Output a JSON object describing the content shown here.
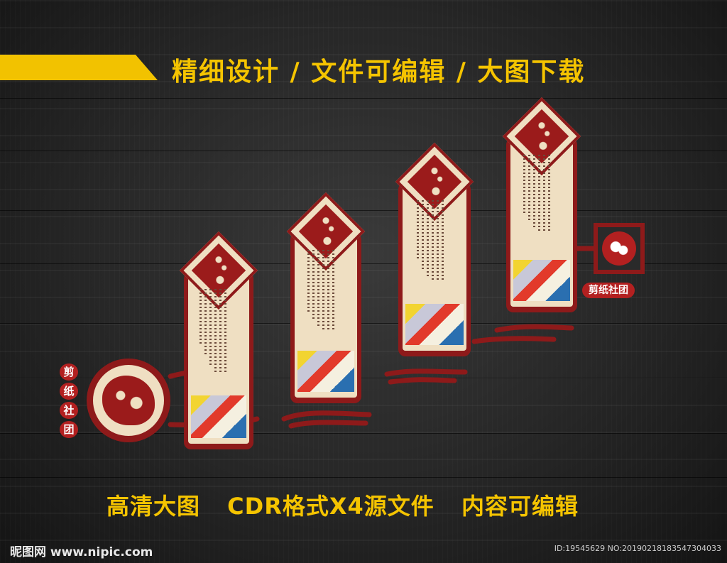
{
  "headline": "精细设计 / 文件可编辑 / 大图下载",
  "footline": [
    "高清大图",
    "CDR格式X4源文件",
    "内容可编辑"
  ],
  "club_left_label": [
    "剪",
    "纸",
    "社",
    "团"
  ],
  "club_right_label": "剪纸社团",
  "brand": "昵图网 www.nipic.com",
  "image_id": "ID:19545629 NO:20190218183547304033",
  "colors": {
    "accent": "#f5c400",
    "panel_red": "#8e1a1a",
    "paper": "#efdfc2"
  }
}
